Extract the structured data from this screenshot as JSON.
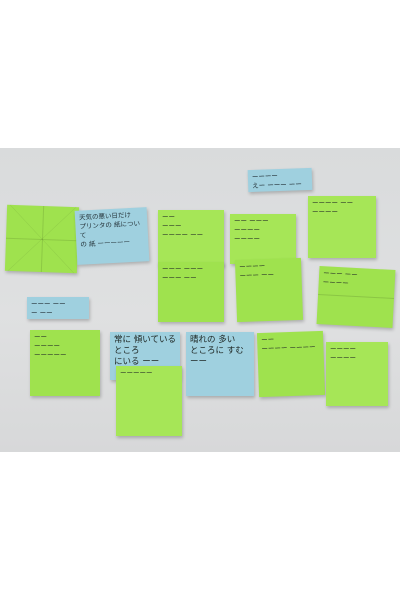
{
  "notes": {
    "blue_top_right": {
      "text": "ーーーー\nえー ーーー ーーーー"
    },
    "green_folded_left": {
      "text": ""
    },
    "blue_left_mid": {
      "text": "天気の悪い日だけ\nプリンタの 紙について\nの 紙 ーーーーー"
    },
    "green_col1_top": {
      "text": "ーー\nーーー\nーーーー ーー"
    },
    "green_col1_lower": {
      "text": "ーーー ーーー\nーーー ーー"
    },
    "green_col2_top": {
      "text": "ーー ーーー\nーーーー\nーーーー"
    },
    "green_col2_lower": {
      "text": "ーーーー\nーーー ーー"
    },
    "green_col3_top": {
      "text": "ーーーー ーー\nーーーー"
    },
    "green_folded_right": {
      "text": "ーーー ーー\nーーーー"
    },
    "blue_small_left": {
      "text": "ーーー ーー\nー ーー"
    },
    "green_bottom_1": {
      "text": "ーー\nーーーー\nーーーーー"
    },
    "blue_bottom_2": {
      "text": "常に 傾いているところ\nにいる ーー"
    },
    "green_bottom_2": {
      "text": "ーーーーー"
    },
    "blue_bottom_3": {
      "text": "晴れの 多い\nところに すむ ーー"
    },
    "green_bottom_4": {
      "text": "ーー\nーーーー ーーーー"
    },
    "green_bottom_5": {
      "text": "ーーーー\nーーーー"
    }
  },
  "colors": {
    "green": "#9fe24e",
    "blue": "#9fd0df",
    "background": "#dcdddd"
  }
}
